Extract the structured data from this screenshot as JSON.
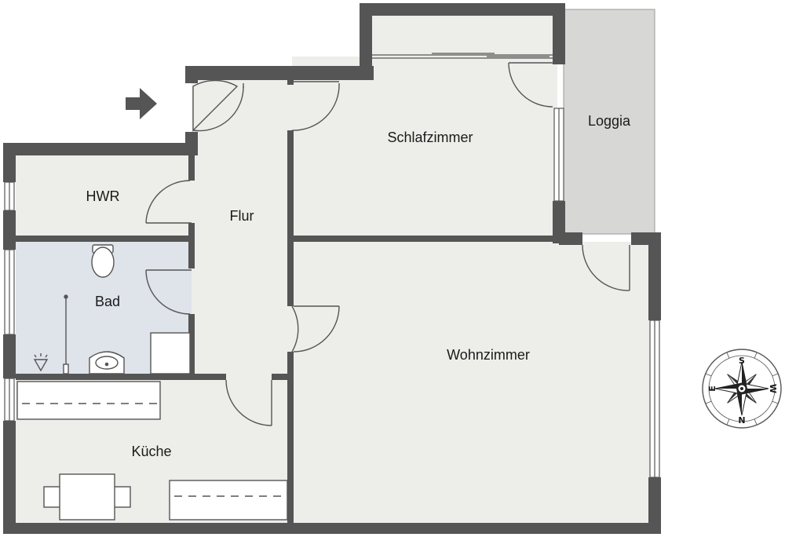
{
  "rooms": {
    "schlafzimmer": "Schlafzimmer",
    "loggia": "Loggia",
    "hwr": "HWR",
    "flur": "Flur",
    "bad": "Bad",
    "wohnzimmer": "Wohnzimmer",
    "kueche": "Küche"
  },
  "compass": {
    "north": "N",
    "south": "S",
    "east": "E",
    "west": "W"
  },
  "colors": {
    "wall": "#555555",
    "floor": "#ededea",
    "bath_floor": "#dfe3ea",
    "loggia_floor": "#d7d7d5",
    "arrow": "#555555"
  }
}
